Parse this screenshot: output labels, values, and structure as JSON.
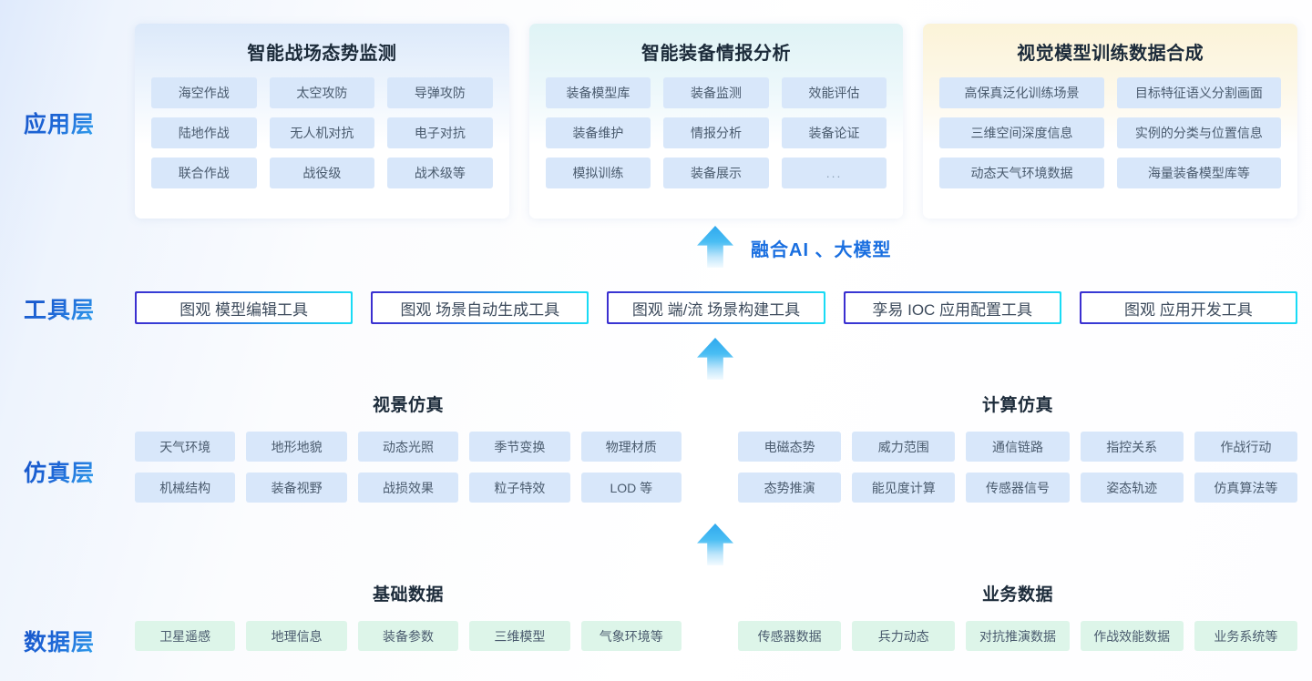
{
  "layers": [
    {
      "name": "application-layer",
      "label": "应用层"
    },
    {
      "name": "tool-layer",
      "label": "工具层"
    },
    {
      "name": "simulation-layer",
      "label": "仿真层"
    },
    {
      "name": "data-layer",
      "label": "数据层"
    }
  ],
  "application": {
    "panels": [
      {
        "title": "智能战场态势监测",
        "columns": 3,
        "items": [
          "海空作战",
          "太空攻防",
          "导弹攻防",
          "陆地作战",
          "无人机对抗",
          "电子对抗",
          "联合作战",
          "战役级",
          "战术级等"
        ]
      },
      {
        "title": "智能装备情报分析",
        "columns": 3,
        "items": [
          "装备模型库",
          "装备监测",
          "效能评估",
          "装备维护",
          "情报分析",
          "装备论证",
          "模拟训练",
          "装备展示",
          "..."
        ]
      },
      {
        "title": "视觉模型训练数据合成",
        "columns": 2,
        "items": [
          "高保真泛化训练场景",
          "目标特征语义分割画面",
          "三维空间深度信息",
          "实例的分类与位置信息",
          "动态天气环境数据",
          "海量装备模型库等"
        ]
      }
    ]
  },
  "fusion": {
    "caption": "融合AI 、大模型",
    "arrow_icon": "up-arrow-icon"
  },
  "tools": {
    "items": [
      "图观 模型编辑工具",
      "图观 场景自动生成工具",
      "图观 端/流 场景构建工具",
      "孪易 IOC 应用配置工具",
      "图观 应用开发工具"
    ]
  },
  "simulation": {
    "groups": [
      {
        "title": "视景仿真",
        "items": [
          "天气环境",
          "地形地貌",
          "动态光照",
          "季节变换",
          "物理材质",
          "机械结构",
          "装备视野",
          "战损效果",
          "粒子特效",
          "LOD 等"
        ]
      },
      {
        "title": "计算仿真",
        "items": [
          "电磁态势",
          "威力范围",
          "通信链路",
          "指控关系",
          "作战行动",
          "态势推演",
          "能见度计算",
          "传感器信号",
          "姿态轨迹",
          "仿真算法等"
        ]
      }
    ]
  },
  "data": {
    "groups": [
      {
        "title": "基础数据",
        "items": [
          "卫星遥感",
          "地理信息",
          "装备参数",
          "三维模型",
          "气象环境等"
        ]
      },
      {
        "title": "业务数据",
        "items": [
          "传感器数据",
          "兵力动态",
          "对抗推演数据",
          "作战效能数据",
          "业务系统等"
        ]
      }
    ]
  },
  "colors": {
    "layer_label_gradient_start": "#1652c8",
    "layer_label_gradient_end": "#4cc3f7",
    "chip_blue": "#d8e7fa",
    "chip_green": "#ddf5e9",
    "accent_blue": "#1a6fe0",
    "arrow_top": "#2ea8ee",
    "tool_border_start": "#3b2fd0",
    "tool_border_end": "#19dcf5"
  }
}
